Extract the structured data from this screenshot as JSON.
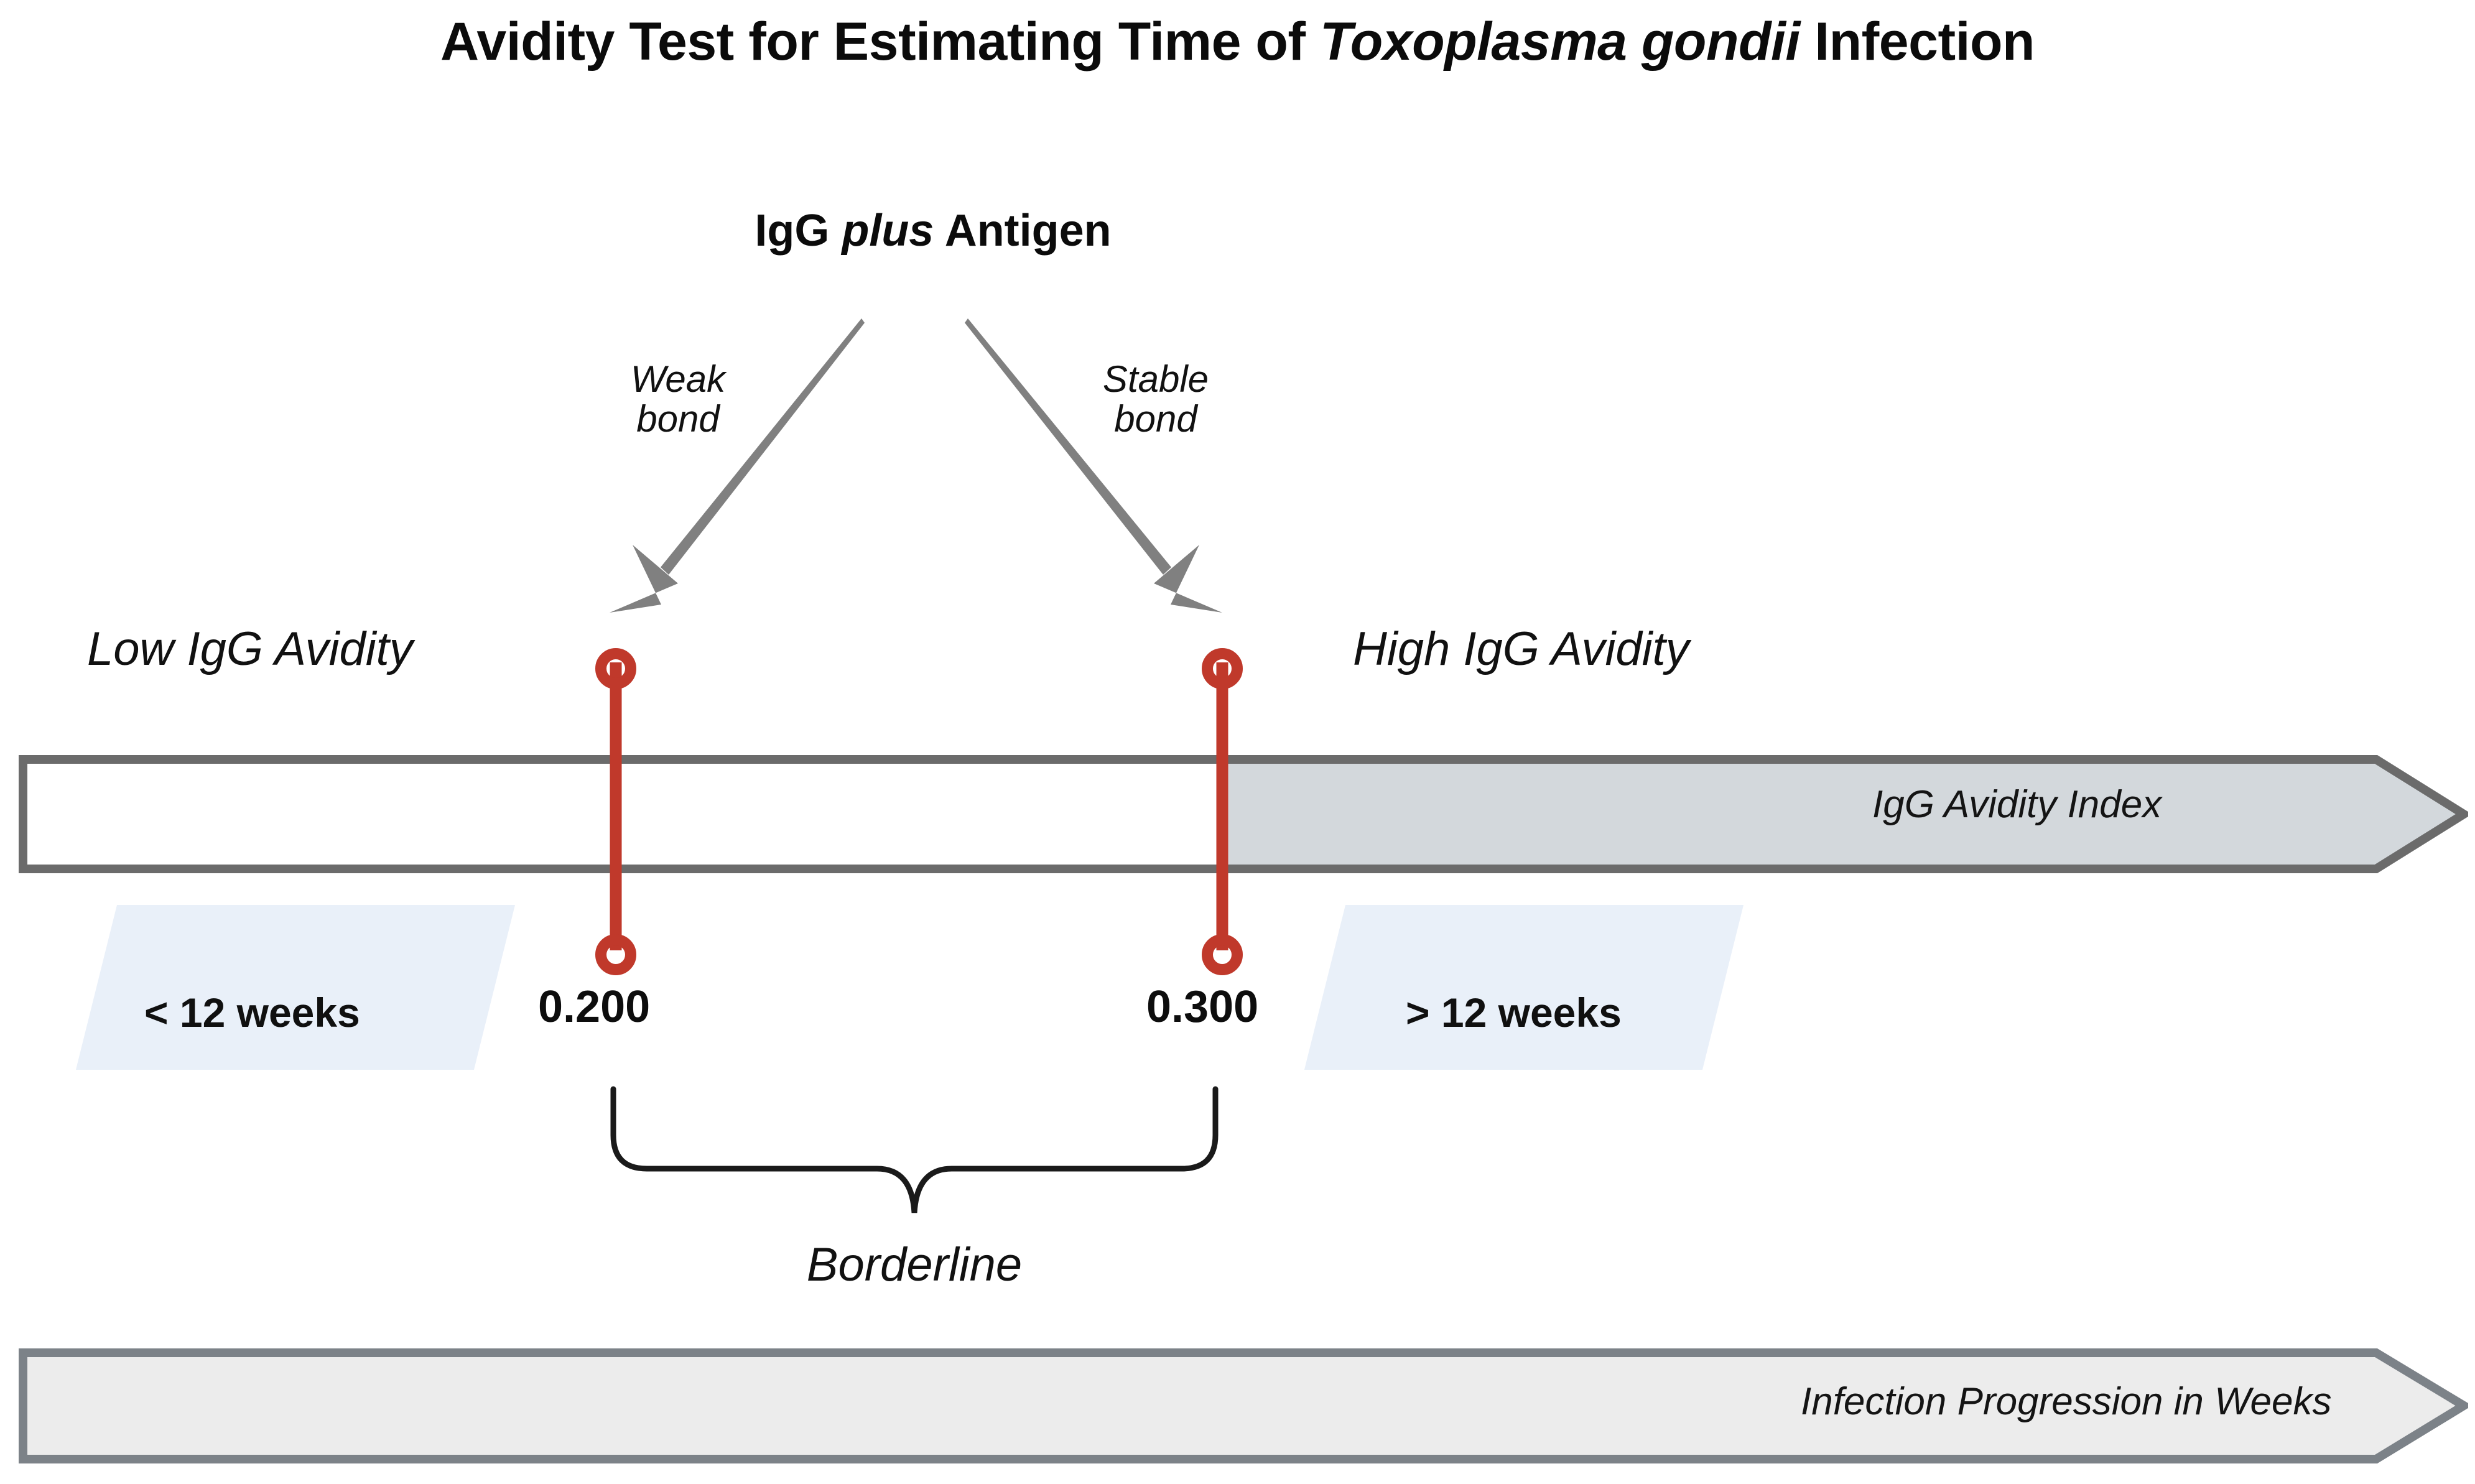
{
  "title": {
    "prefix": "Avidity Test for Estimating Time of ",
    "italic": "Toxoplasma gondii",
    "suffix": " Infection",
    "full": "Avidity Test for Estimating Time of Toxoplasma gondii Infection"
  },
  "reaction": {
    "prefix": "IgG ",
    "italic": "plus",
    "suffix": " Antigen",
    "full": "IgG plus Antigen"
  },
  "arrows": {
    "left_label_line1": "Weak",
    "left_label_line2": "bond",
    "right_label_line1": "Stable",
    "right_label_line2": "bond"
  },
  "avidity": {
    "low_label": "Low IgG Avidity",
    "high_label": "High IgG Avidity",
    "index_bar_label": "IgG Avidity Index"
  },
  "thresholds": {
    "low_value": "0.200",
    "high_value": "0.300",
    "borderline_label": "Borderline"
  },
  "badges": {
    "left": "< 12 weeks",
    "right": "> 12 weeks"
  },
  "progression": {
    "label": "Infection Progression in Weeks"
  },
  "colors": {
    "marker_red": "#c0392b",
    "bar_border_gray": "#6b6b6b",
    "bar_fill_gray": "#d3d8dc",
    "bar_fill_white": "#ffffff",
    "progression_border": "#7c8288",
    "progression_fill": "#ececec",
    "badge_blue": "#e9f0f9",
    "arrow_gray": "#808080",
    "text_black": "#111111"
  }
}
